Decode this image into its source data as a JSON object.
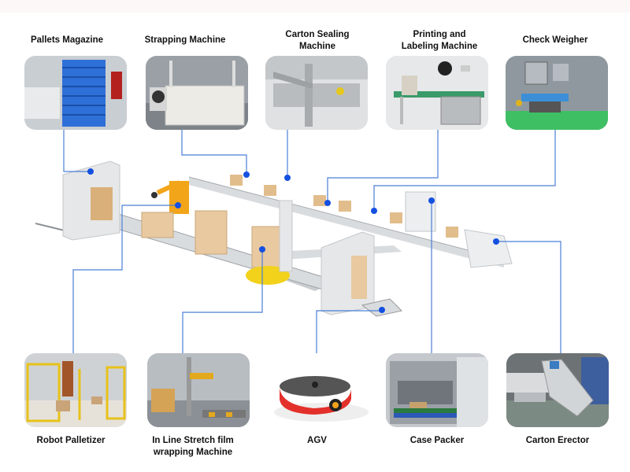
{
  "diagram": {
    "title": "Automated Packaging & Palletizing Line",
    "accent_color": "#1450e0",
    "line_color": "#4a7fd6",
    "top_row": [
      {
        "id": "pallets-magazine",
        "label": "Pallets Magazine"
      },
      {
        "id": "strapping-machine",
        "label": "Strapping Machine"
      },
      {
        "id": "carton-sealing-machine",
        "label": "Carton Sealing Machine",
        "label_lines": [
          "Carton Sealing",
          "Machine"
        ]
      },
      {
        "id": "printing-labeling-machine",
        "label": "Printing and Labeling Machine",
        "label_lines": [
          "Printing and",
          "Labeling Machine"
        ]
      },
      {
        "id": "check-weigher",
        "label": "Check Weigher"
      }
    ],
    "bottom_row": [
      {
        "id": "robot-palletizer",
        "label": "Robot Palletizer"
      },
      {
        "id": "stretch-film-wrapping-machine",
        "label": "In Line Stretch film wrapping Machine",
        "label_lines": [
          "In Line Stretch film",
          "wrapping Machine"
        ]
      },
      {
        "id": "agv",
        "label": "AGV"
      },
      {
        "id": "case-packer",
        "label": "Case Packer"
      },
      {
        "id": "carton-erector",
        "label": "Carton Erector"
      }
    ]
  }
}
